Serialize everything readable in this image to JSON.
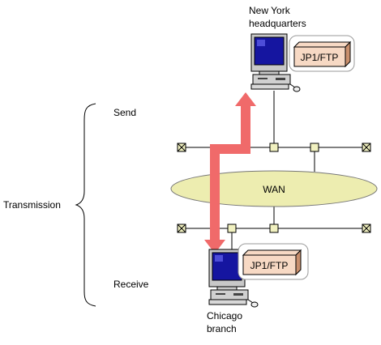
{
  "labels": {
    "hq_line1": "New York",
    "hq_line2": "headquarters",
    "branch_line1": "Chicago",
    "branch_line2": "branch",
    "send": "Send",
    "receive": "Receive",
    "transmission": "Transmission",
    "wan": "WAN"
  },
  "badges": {
    "hq": "JP1/FTP",
    "branch": "JP1/FTP"
  },
  "colors": {
    "arrow": "#f06a6a",
    "wan_fill": "#ededb0",
    "badge_fill": "#f7d9c4",
    "badge_side": "#c98f6d",
    "screen": "#1515a0",
    "terminator_fill": "#f1f1c0",
    "junction_fill": "#f1f1c0"
  },
  "icons": {
    "hq_computer": "desktop-computer-icon",
    "branch_computer": "desktop-computer-icon",
    "arrow": "bidirectional-transfer-arrow-icon",
    "brace": "curly-brace-icon"
  }
}
